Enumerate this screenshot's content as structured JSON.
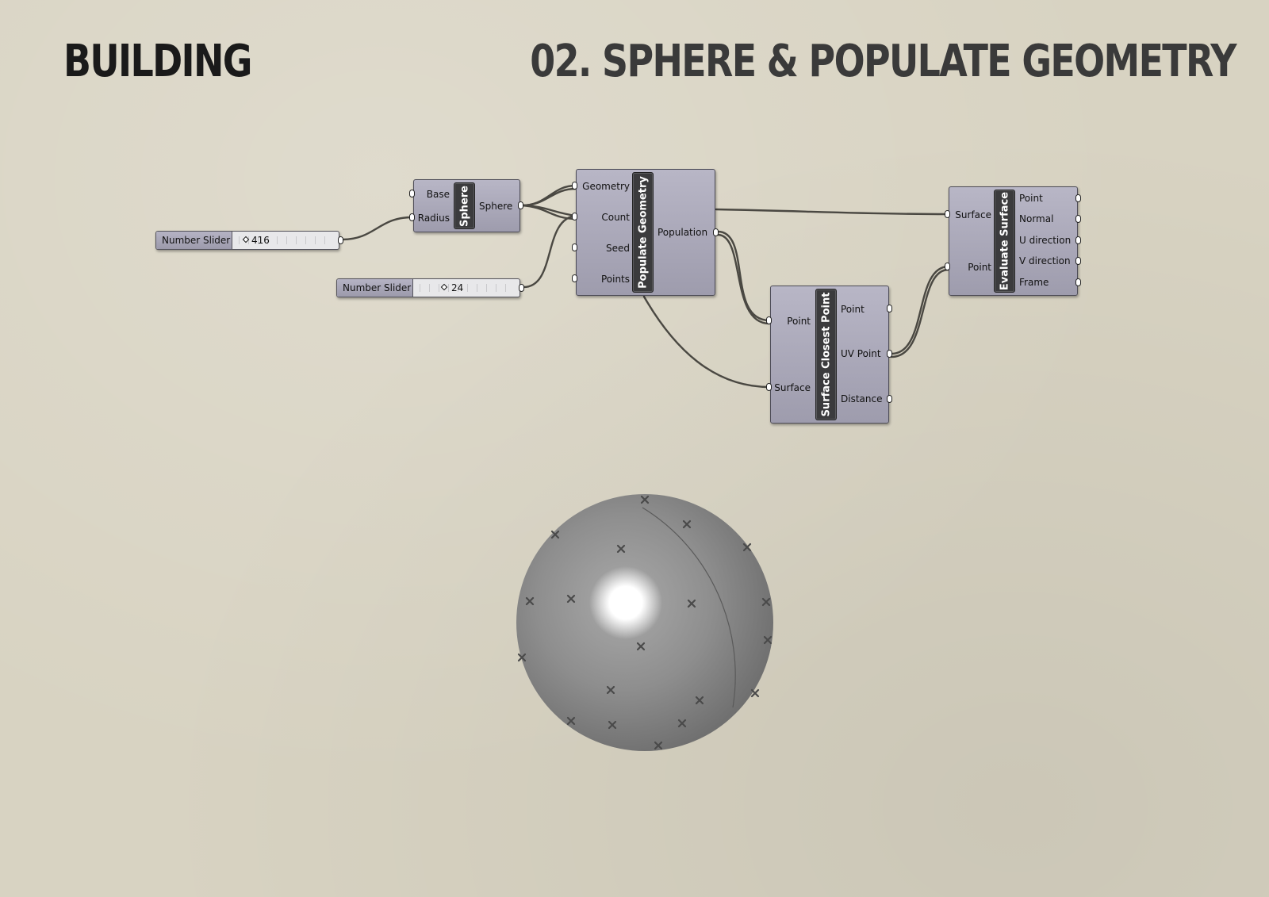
{
  "header": {
    "left_title": "BUILDING",
    "right_title": "02. SPHERE & POPULATE GEOMETRY"
  },
  "colors": {
    "background": "#d8d3c2",
    "component_body": "#aeacbd",
    "component_label_bar": "#3b3b3d",
    "wire": "#4a4842",
    "sphere": "#8e8e8e"
  },
  "sliders": [
    {
      "label": "Number Slider",
      "value": "416"
    },
    {
      "label": "Number Slider",
      "value": "24"
    }
  ],
  "components": {
    "sphere": {
      "name": "Sphere",
      "inputs": [
        "Base",
        "Radius"
      ],
      "outputs": [
        "Sphere"
      ]
    },
    "populate": {
      "name": "Populate Geometry",
      "inputs": [
        "Geometry",
        "Count",
        "Seed",
        "Points"
      ],
      "outputs": [
        "Population"
      ]
    },
    "closest": {
      "name": "Surface Closest Point",
      "inputs": [
        "Point",
        "Surface"
      ],
      "outputs": [
        "Point",
        "UV Point",
        "Distance"
      ]
    },
    "evaluate": {
      "name": "Evaluate Surface",
      "inputs": [
        "Surface",
        "Point"
      ],
      "outputs": [
        "Point",
        "Normal",
        "U direction",
        "V direction",
        "Frame"
      ]
    }
  },
  "viewport": {
    "object": "sphere",
    "point_marker": "x-marker-icon"
  }
}
